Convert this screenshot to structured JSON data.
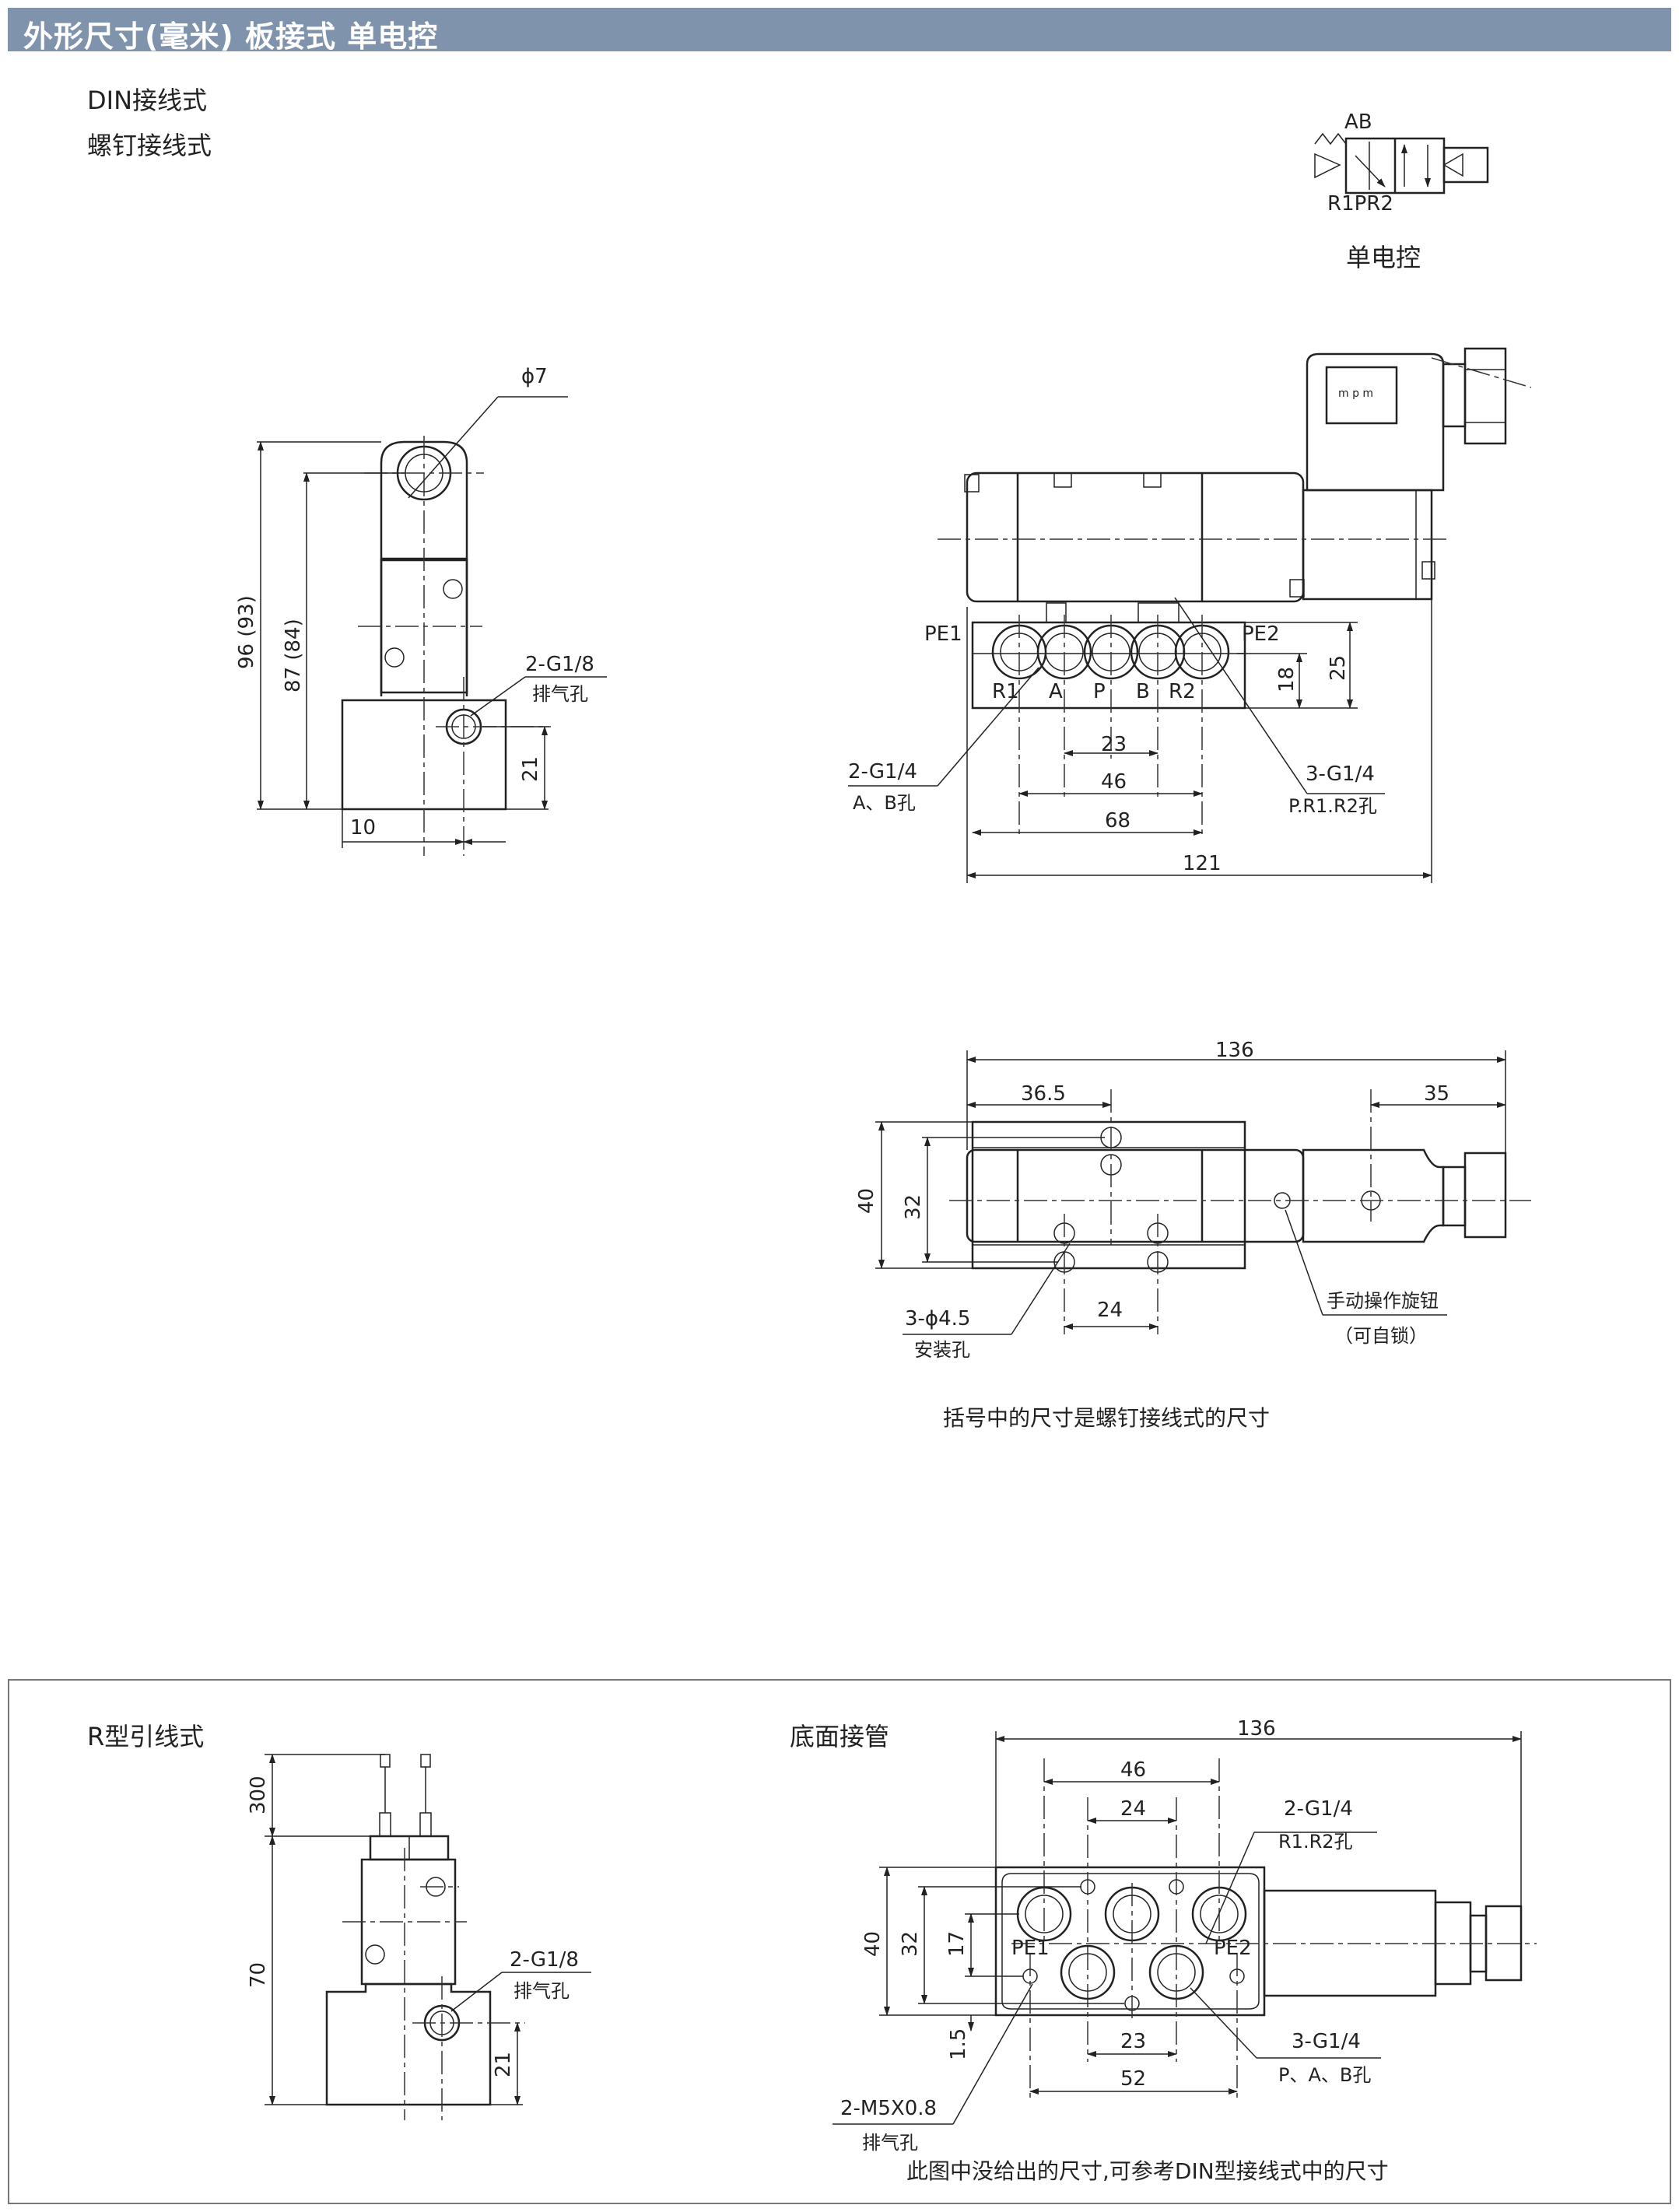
{
  "header": {
    "title": "外形尺寸(毫米)  板接式 单电控"
  },
  "top": {
    "wiring_din": "DIN接线式",
    "wiring_screw": "螺钉接线式",
    "symbol": {
      "ports_top": "AB",
      "ports_bottom": "R1PR2",
      "caption": "单电控",
      "coil_mark": "m p m"
    },
    "side_view": {
      "dim_phi": "ϕ7",
      "dim_height_total": "96 (93)",
      "dim_height_87": "87 (84)",
      "exhaust_spec": "2-G1/8",
      "exhaust_label": "排气孔",
      "dim_21": "21",
      "dim_10": "10"
    },
    "front_view": {
      "pe1": "PE1",
      "pe2": "PE2",
      "ports": [
        "R1",
        "A",
        "P",
        "B",
        "R2"
      ],
      "dim_25": "25",
      "dim_18": "18",
      "dim_23": "23",
      "dim_46": "46",
      "dim_68": "68",
      "dim_121": "121",
      "ab_spec": "2-G1/4",
      "ab_label": "A、B孔",
      "pr_spec": "3-G1/4",
      "pr_label": "P.R1.R2孔"
    },
    "top_view": {
      "dim_136": "136",
      "dim_36_5": "36.5",
      "dim_35": "35",
      "dim_40": "40",
      "dim_32": "32",
      "dim_24": "24",
      "hole_spec": "3-ϕ4.5",
      "hole_label": "安装孔",
      "manual_label": "手动操作旋钮",
      "manual_note": "（可自锁）"
    },
    "note": "括号中的尺寸是螺钉接线式的尺寸"
  },
  "bottom": {
    "r_title": "R型引线式",
    "r_view": {
      "dim_300": "300",
      "dim_70": "70",
      "dim_21": "21",
      "exhaust_spec": "2-G1/8",
      "exhaust_label": "排气孔"
    },
    "base_title": "底面接管",
    "base_view": {
      "dim_136": "136",
      "dim_46": "46",
      "dim_24": "24",
      "dim_40": "40",
      "dim_32": "32",
      "dim_17": "17",
      "dim_1_5": "1.5",
      "dim_23": "23",
      "dim_52": "52",
      "pe1": "PE1",
      "pe2": "PE2",
      "r_spec": "2-G1/4",
      "r_label": "R1.R2孔",
      "p_spec": "3-G1/4",
      "p_label": "P、A、B孔",
      "m5_spec": "2-M5X0.8",
      "m5_label": "排气孔"
    },
    "note": "此图中没给出的尺寸,可参考DIN型接线式中的尺寸"
  }
}
